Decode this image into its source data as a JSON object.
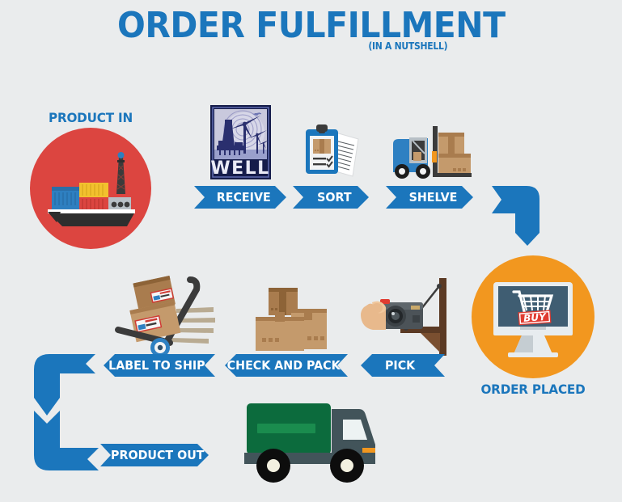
{
  "title": {
    "main": "ORDER FULFILLMENT",
    "subtitle": "(IN A NUTSHELL)"
  },
  "colors": {
    "background": "#eaeced",
    "brand_blue": "#1b76bc",
    "product_in_circle": "#dc4540",
    "order_placed_circle": "#f2971f",
    "monitor_screen": "#3f5d72",
    "buy_button_red": "#e03c31",
    "truck_body_green": "#0c6b3d",
    "truck_cab_gray": "#42545a",
    "box_cardboard": "#c49a6c",
    "banner_text": "#ffffff"
  },
  "nodes": {
    "product_in": {
      "label": "PRODUCT IN",
      "icon": "cargo-ship-icon"
    },
    "order_placed": {
      "label": "ORDER PLACED",
      "icon": "desktop-monitor-shopping-cart-icon",
      "screen_button_label": "BUY"
    }
  },
  "receive_logo": {
    "text": "WELL",
    "icon": "offshore-wind-oil-rig-logo"
  },
  "steps": [
    {
      "label": "RECEIVE",
      "direction": "right",
      "icon": "well-logo-icon"
    },
    {
      "label": "SORT",
      "direction": "right",
      "icon": "clipboard-checklist-icon"
    },
    {
      "label": "SHELVE",
      "direction": "right",
      "icon": "forklift-boxes-icon"
    },
    {
      "label": "PICK",
      "direction": "left",
      "icon": "hand-camera-shelf-icon"
    },
    {
      "label": "CHECK AND PACK",
      "direction": "left",
      "icon": "stacked-boxes-icon"
    },
    {
      "label": "LABEL TO SHIP",
      "direction": "left",
      "icon": "hand-truck-boxes-icon"
    },
    {
      "label": "PRODUCT OUT",
      "direction": "right",
      "icon": "delivery-truck-icon"
    }
  ],
  "connectors": [
    {
      "name": "connector-top-right-down",
      "shape": "elbow-right-down"
    },
    {
      "name": "connector-bottom-left-down",
      "shape": "elbow-left-down"
    },
    {
      "name": "connector-bottom-left-right",
      "shape": "elbow-down-right"
    }
  ]
}
